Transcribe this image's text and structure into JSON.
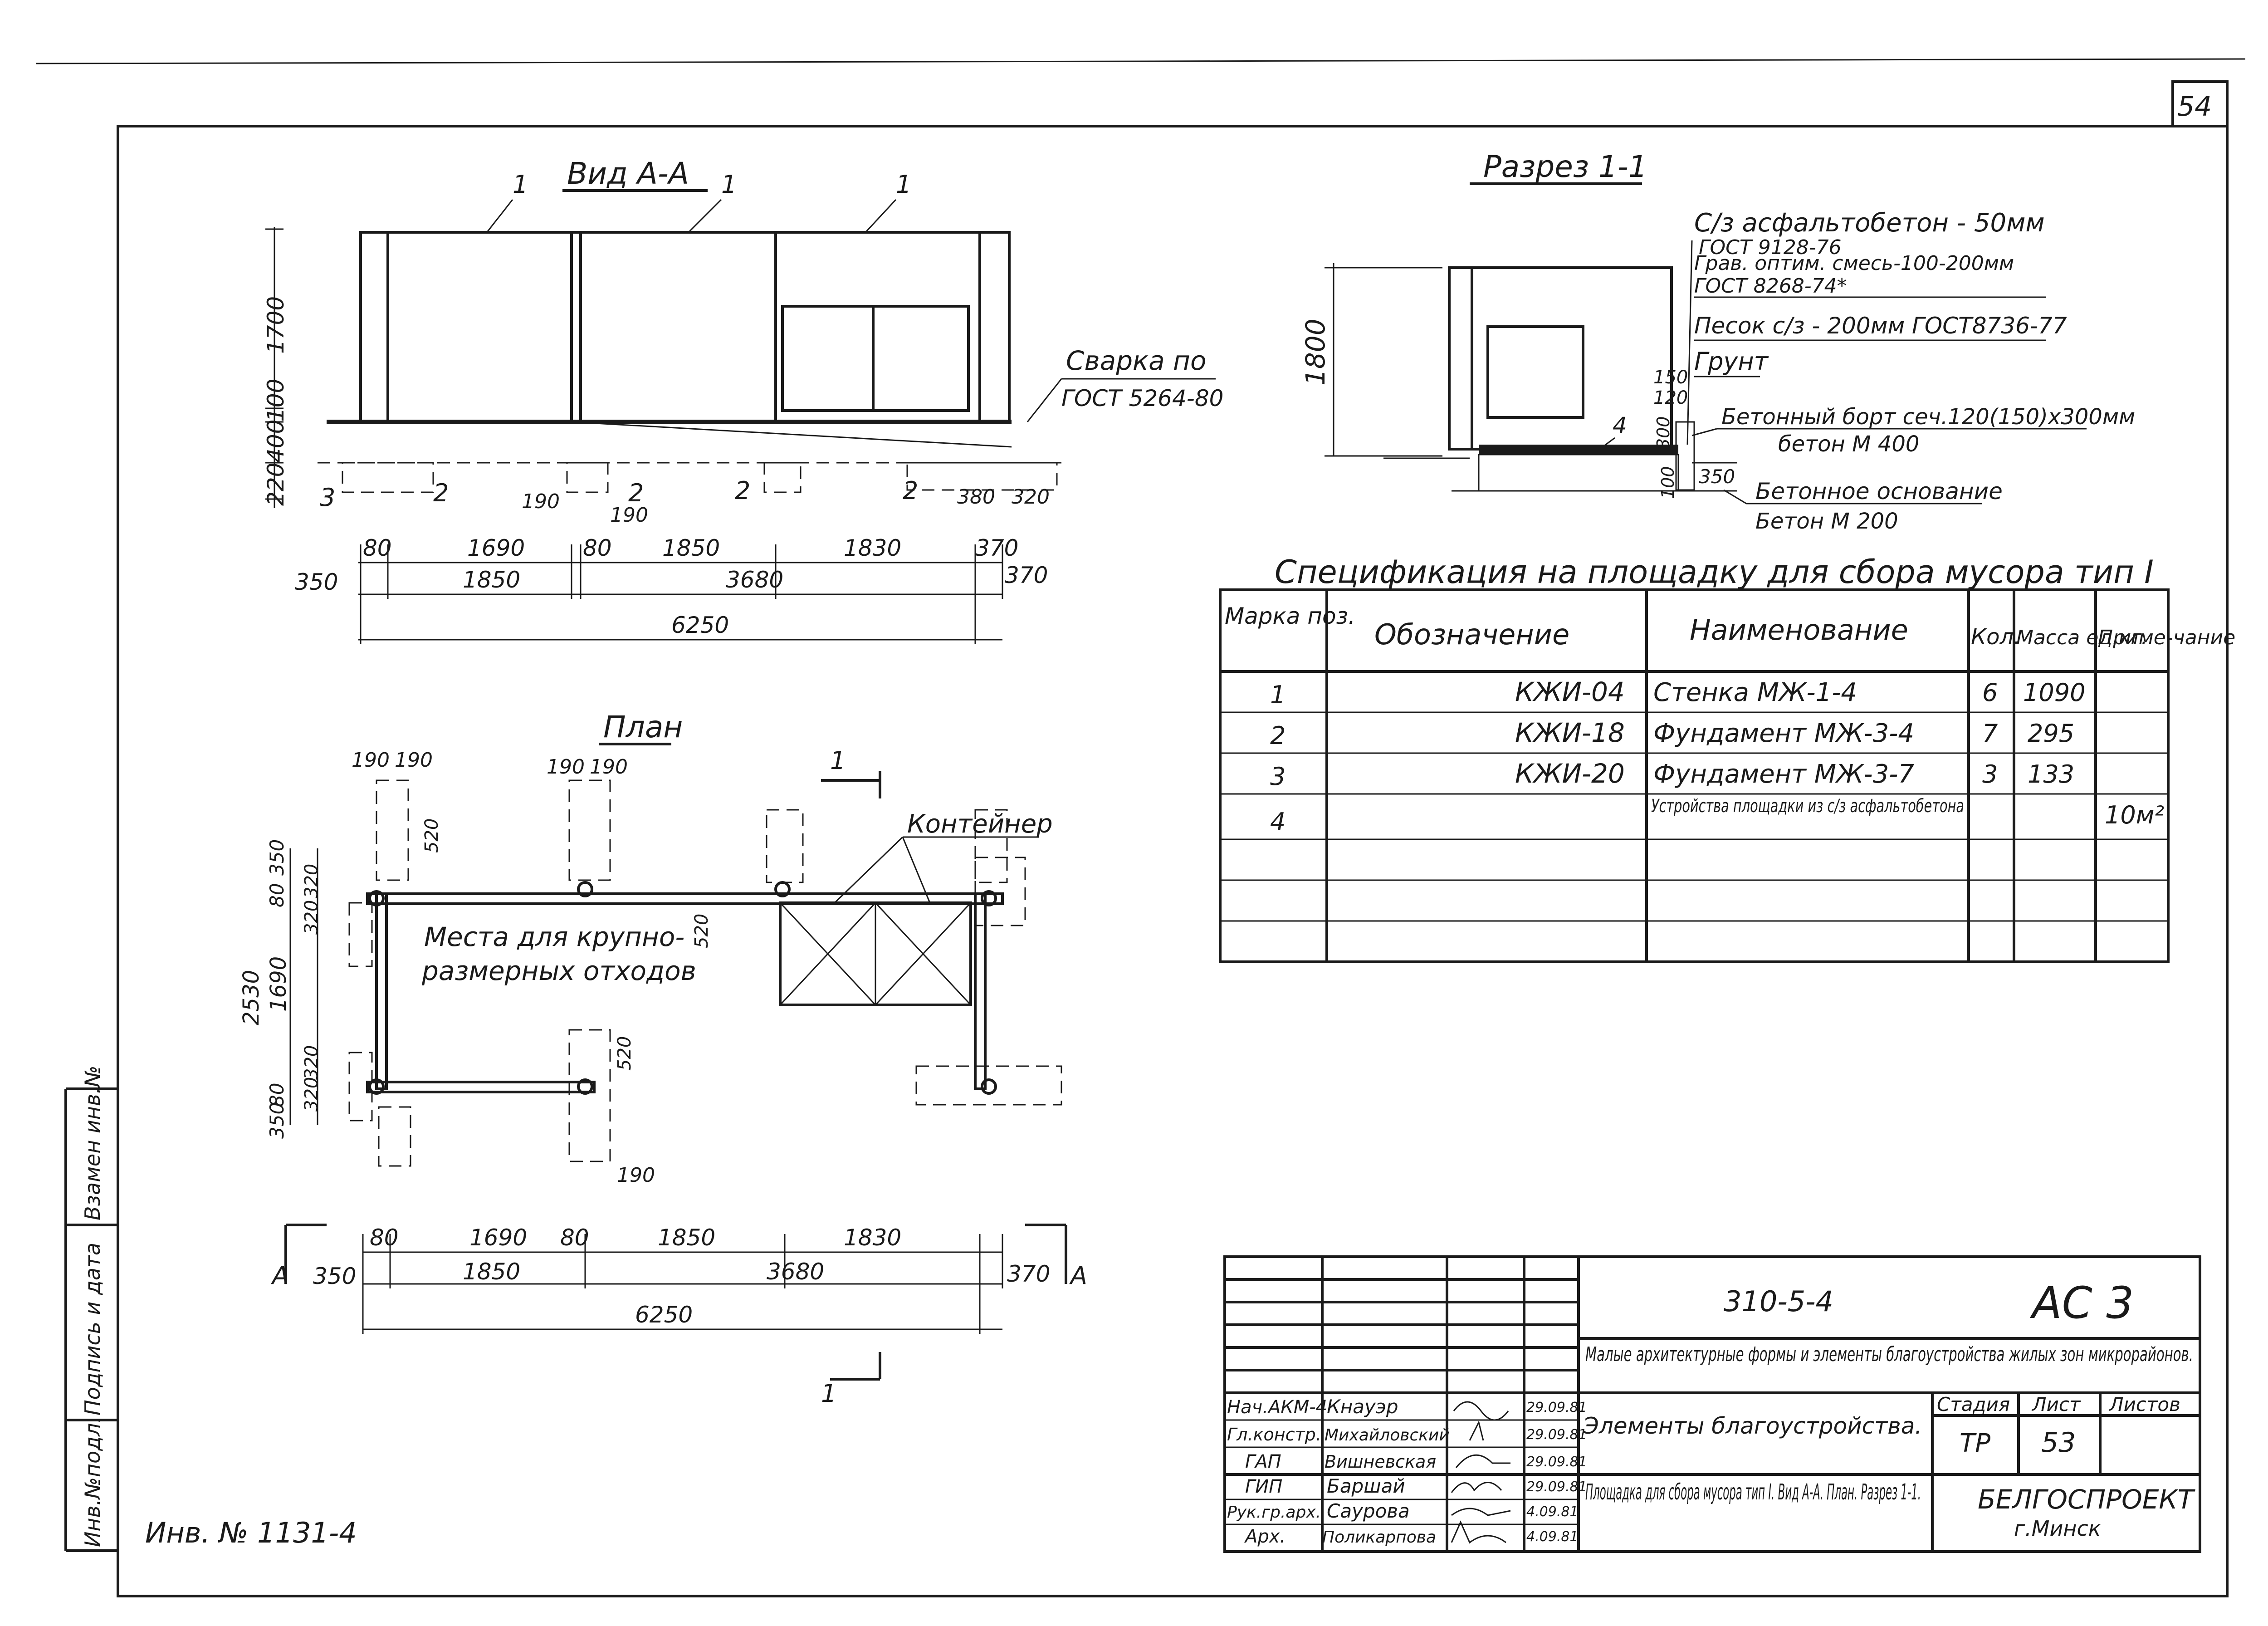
{
  "page_number": "54",
  "inventory_note": "Инв. № 1131-4",
  "left_margin_labels": [
    "Инв.№подл.",
    "Подпись и дата",
    "Взамен инв.№"
  ],
  "view_aa": {
    "title": "Вид А-А",
    "welding_note_1": "Сварка по",
    "welding_note_2": "ГОСТ 5264-80",
    "vertical_dims": [
      "1700",
      "100",
      "400",
      "220"
    ],
    "bottom_dims": [
      "190",
      "190",
      "380",
      "320"
    ],
    "dim_row1": [
      "80",
      "1690",
      "80",
      "1850",
      "1830",
      "370"
    ],
    "dim_row2": [
      "350",
      "1850",
      "3680",
      "370"
    ],
    "dim_total": "6250",
    "labels": [
      "1",
      "1",
      "1",
      "3",
      "2",
      "2",
      "2",
      "2"
    ]
  },
  "section_11": {
    "title": "Разрез 1-1",
    "layers": [
      "С/з асфальтобетон - 50мм",
      "ГОСТ 9128-76",
      "Грав. оптим. смесь-100-200мм",
      "ГОСТ 8268-74*",
      "Песок с/з - 200мм ГОСТ8736-77",
      "Грунт",
      "Бетонный борт сеч.120(150)х300мм",
      "бетон М 400",
      "Бетонное основание",
      "Бетон М 200"
    ],
    "height_dim": "1800",
    "small_dims": [
      "150",
      "120",
      "300",
      "100",
      "350"
    ],
    "label_4": "4"
  },
  "spec_table": {
    "title": "Спецификация на площадку для сбора мусора тип I",
    "headers": [
      "Марка поз.",
      "Обозначение",
      "Наименование",
      "Кол.",
      "Масса ед.кг.",
      "Приме-чание"
    ],
    "rows": [
      {
        "pos": "1",
        "code": "КЖИ-04",
        "name": "Стенка МЖ-1-4",
        "qty": "6",
        "mass": "1090",
        "note": ""
      },
      {
        "pos": "2",
        "code": "КЖИ-18",
        "name": "Фундамент МЖ-3-4",
        "qty": "7",
        "mass": "295",
        "note": ""
      },
      {
        "pos": "3",
        "code": "КЖИ-20",
        "name": "Фундамент МЖ-3-7",
        "qty": "3",
        "mass": "133",
        "note": ""
      },
      {
        "pos": "4",
        "code": "",
        "name": "Устройства площадки из с/з асфальтобетона",
        "qty": "",
        "mass": "",
        "note": "10м²"
      }
    ]
  },
  "plan": {
    "title": "План",
    "container_label": "Контейнер",
    "area_label_1": "Места для крупно-",
    "area_label_2": "размерных отходов",
    "top_dims": [
      "190",
      "190",
      "190",
      "190"
    ],
    "left_dims": [
      "350",
      "80",
      "320",
      "320",
      "2530",
      "1690",
      "320",
      "320",
      "80",
      "350"
    ],
    "inner_dims": [
      "520",
      "520",
      "520"
    ],
    "dim_row1": [
      "80",
      "1690",
      "80",
      "1850",
      "1830",
      "370"
    ],
    "dim_row2": [
      "350",
      "1850",
      "3680",
      "370"
    ],
    "dim_total": "6250",
    "section_mark": "1",
    "view_mark": "А",
    "bottom_dim": "190"
  },
  "title_block": {
    "doc_code": "310-5-4",
    "sheet_code": "АС 3",
    "project_name": "Малые архитектурные формы и элементы благоустройства жилых зон микрорайонов.",
    "section_name": "Элементы благоустройства.",
    "sheet_name": "Площадка для сбора мусора тип I. Вид А-А. План. Разрез 1-1.",
    "stage_header": "Стадия",
    "sheet_header": "Лист",
    "sheets_header": "Листов",
    "stage": "ТР",
    "sheet": "53",
    "sheets": "",
    "organization": "БЕЛГОСПРОЕКТ",
    "city": "г.Минск",
    "signatures": [
      {
        "role": "Нач.АКМ-4",
        "name": "Кнауэр",
        "date": "29.09.81"
      },
      {
        "role": "Гл.констр.",
        "name": "Михайловский",
        "date": "29.09.81"
      },
      {
        "role": "ГАП",
        "name": "Вишневская",
        "date": "29.09.81"
      },
      {
        "role": "ГИП",
        "name": "Баршай",
        "date": "29.09.81"
      },
      {
        "role": "Рук.гр.арх.",
        "name": "Саурова",
        "date": "4.09.81"
      },
      {
        "role": "Арх.",
        "name": "Поликарпова",
        "date": "4.09.81"
      }
    ]
  }
}
